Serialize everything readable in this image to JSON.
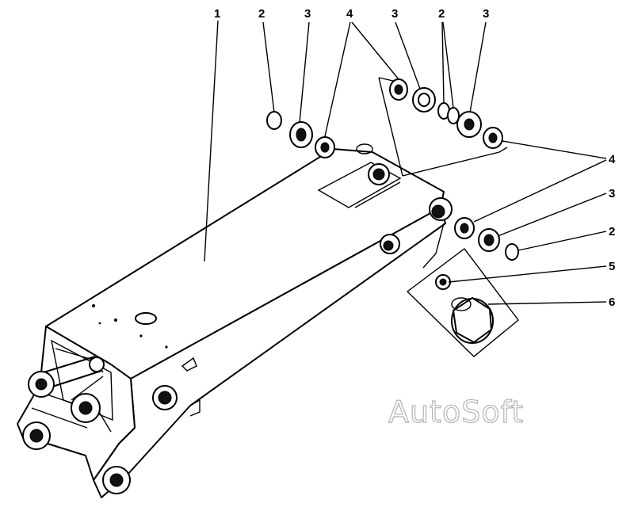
{
  "callouts": {
    "c1": "1",
    "c2a": "2",
    "c3a": "3",
    "c4a": "4",
    "c3b": "3",
    "c2b": "2",
    "c3c": "3",
    "c4b": "4",
    "c3d": "3",
    "c2c": "2",
    "c5": "5",
    "c6": "6"
  },
  "watermark": "AutoSoft"
}
